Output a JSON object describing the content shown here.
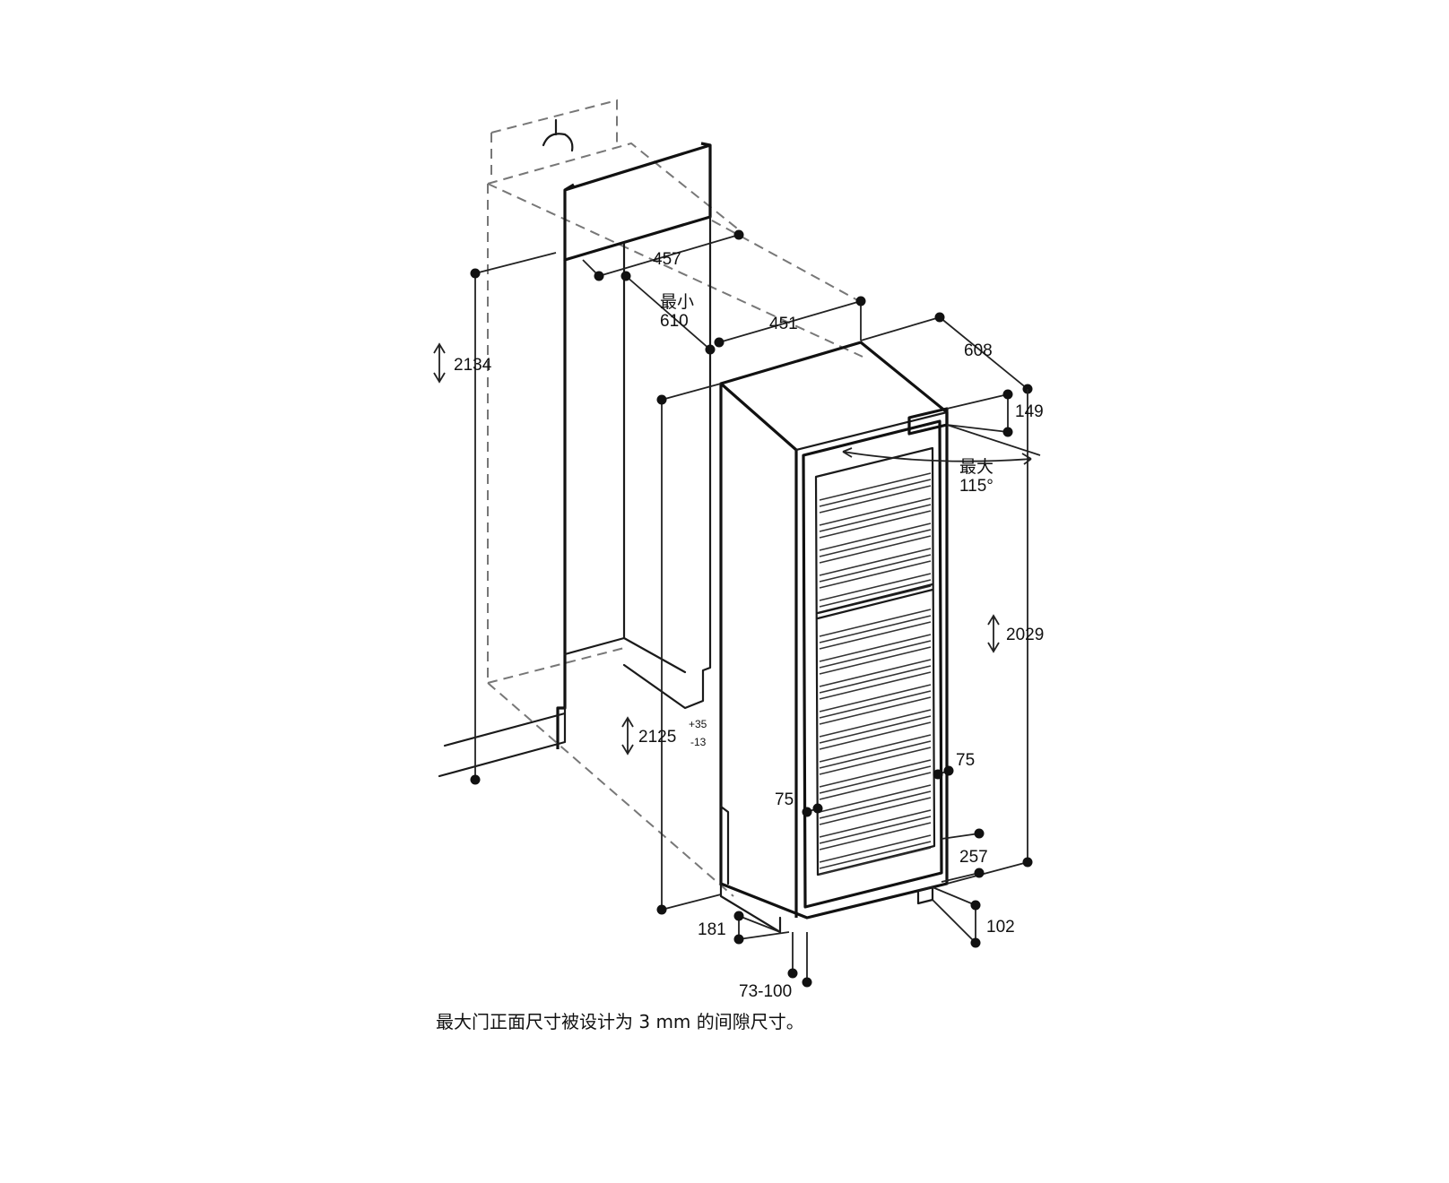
{
  "dimensions": {
    "niche_height": "2134",
    "niche_depth_top": "457",
    "min_label": "最小",
    "min_depth": "610",
    "appliance_width": "451",
    "appliance_depth": "608",
    "door_top_offset": "149",
    "max_label": "最大",
    "door_angle": "115°",
    "appliance_height": "2029",
    "install_height": "2125",
    "install_tol_plus": "+35",
    "install_tol_minus": "-13",
    "side_clearance_right": "75",
    "side_clearance_left": "75",
    "plinth_height": "257",
    "foot_height": "102",
    "toe_kick_height": "181",
    "toe_kick_depth": "73-100"
  },
  "caption": "最大门正面尺寸被设计为 3 mm 的间隙尺寸。"
}
